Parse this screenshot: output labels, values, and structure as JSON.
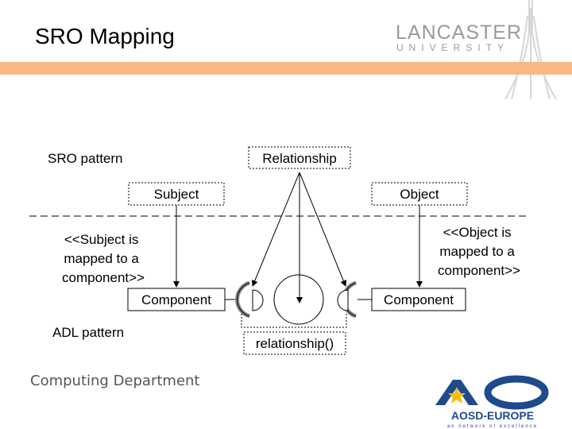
{
  "header": {
    "title": "SRO Mapping"
  },
  "logo": {
    "line1": "LANCASTER",
    "line2": "UNIVERSITY"
  },
  "diagram": {
    "sro_pattern": "SRO pattern",
    "relationship": "Relationship",
    "subject": "Subject",
    "object": "Object",
    "subject_note": [
      "<<Subject is",
      "mapped to a",
      "component>>"
    ],
    "object_note": [
      "<<Object is",
      "mapped to a",
      "component>>"
    ],
    "component_left": "Component",
    "component_right": "Component",
    "adl_pattern": "ADL pattern",
    "relationship_fn": "relationship()"
  },
  "footer": {
    "department": "Computing Department",
    "brand": "AOSD-EUROPE",
    "tagline": "an network of excellence"
  },
  "colors": {
    "accent_bar": "#f7b884",
    "logo_gray": "#9a9a9a",
    "aosd_blue": "#1f4a8c",
    "aosd_star": "#f2c100"
  }
}
